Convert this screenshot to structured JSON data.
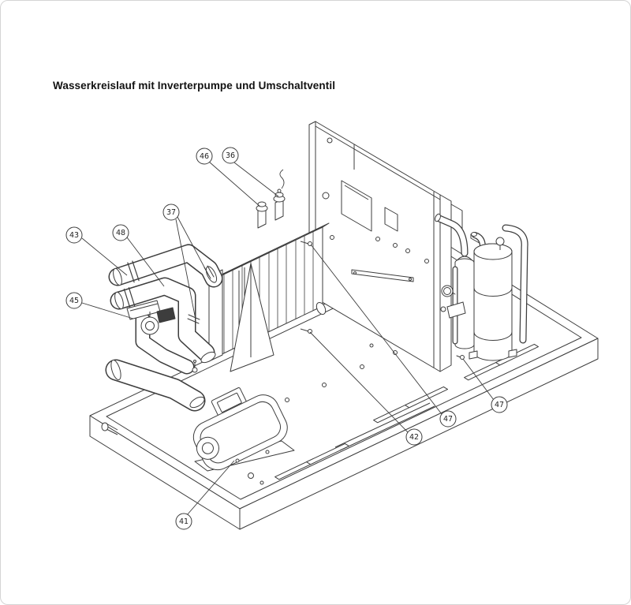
{
  "page": {
    "title": "Wasserkreislauf mit Inverterpumpe und Umschaltventil"
  },
  "figure": {
    "callouts": [
      "43",
      "48",
      "45",
      "37",
      "46",
      "36",
      "41",
      "42",
      "47",
      "47"
    ]
  },
  "colors": {
    "line": "#3d3d3d",
    "background": "#ffffff"
  }
}
